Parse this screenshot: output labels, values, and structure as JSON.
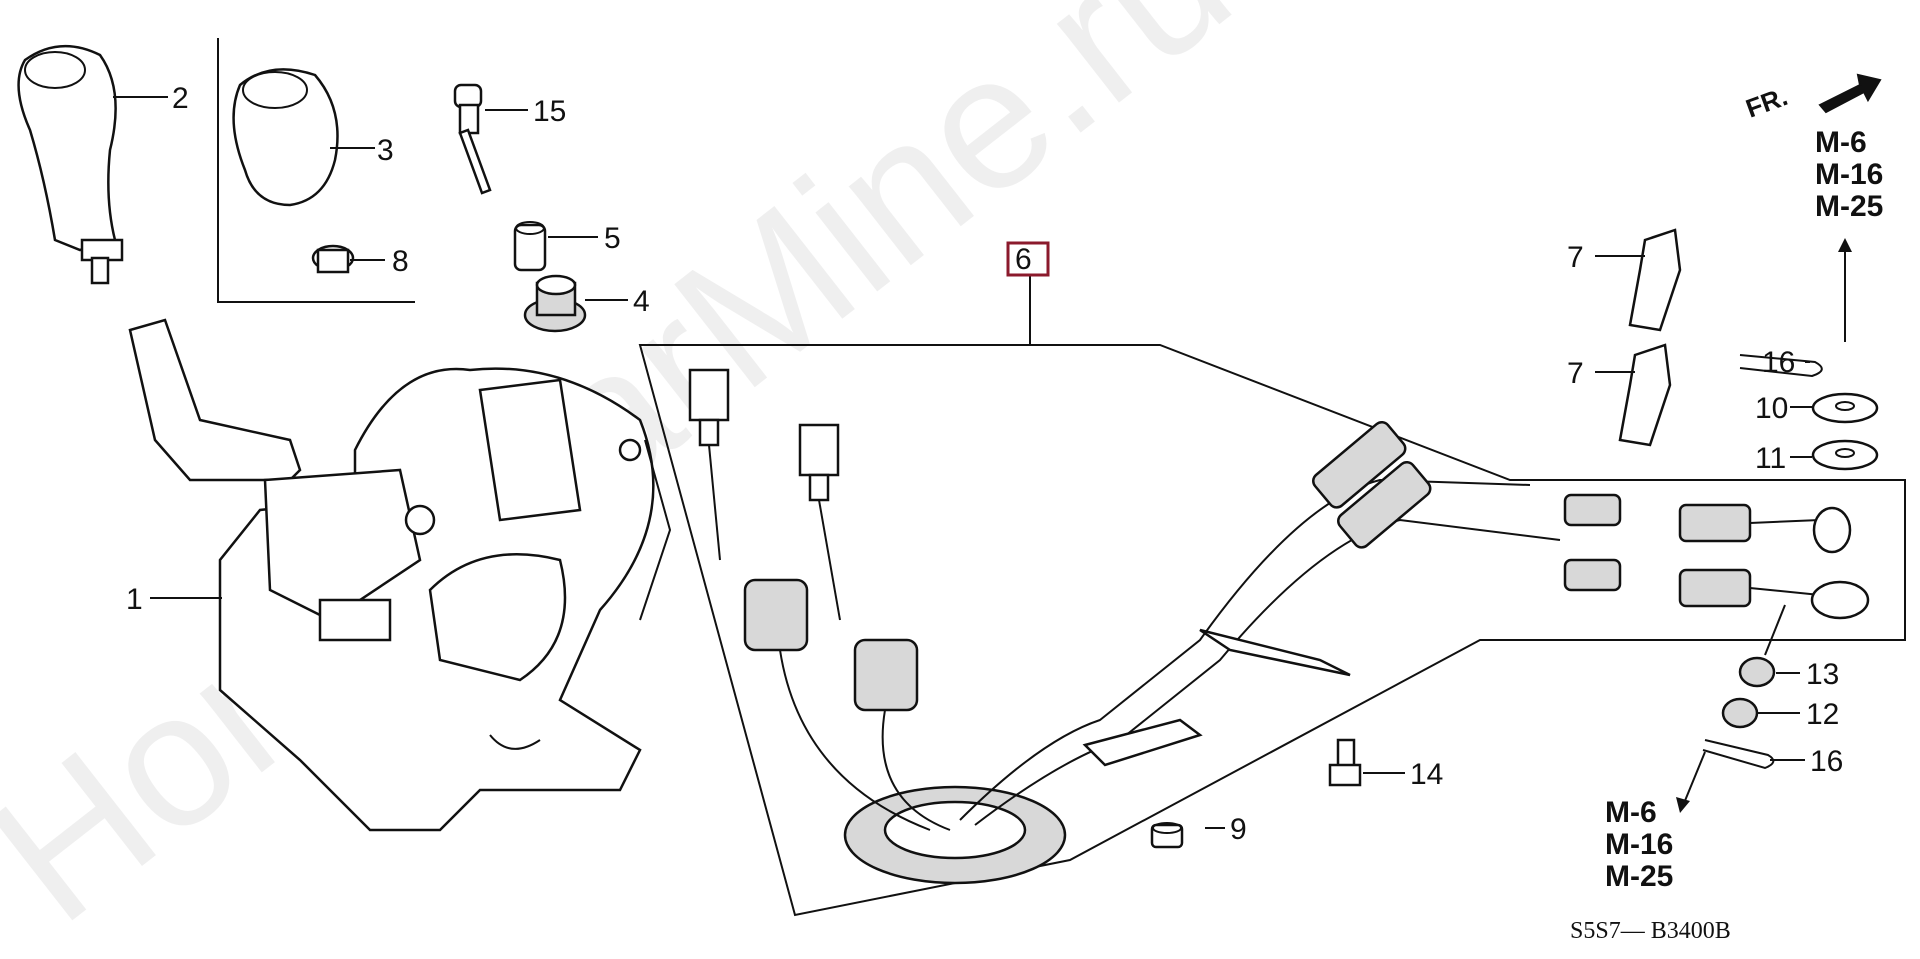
{
  "diagram": {
    "watermark": "HondaCarMine.ru",
    "diagram_code": "S5S7— B3400B",
    "direction_label": "FR.",
    "highlighted_part": "6",
    "callouts": [
      "1",
      "2",
      "3",
      "4",
      "5",
      "6",
      "7",
      "7",
      "8",
      "9",
      "10",
      "11",
      "12",
      "13",
      "14",
      "15",
      "16",
      "16"
    ],
    "ref_group_upper": [
      "M-6",
      "M-16",
      "M-25"
    ],
    "ref_group_lower": [
      "M-6",
      "M-16",
      "M-25"
    ]
  }
}
